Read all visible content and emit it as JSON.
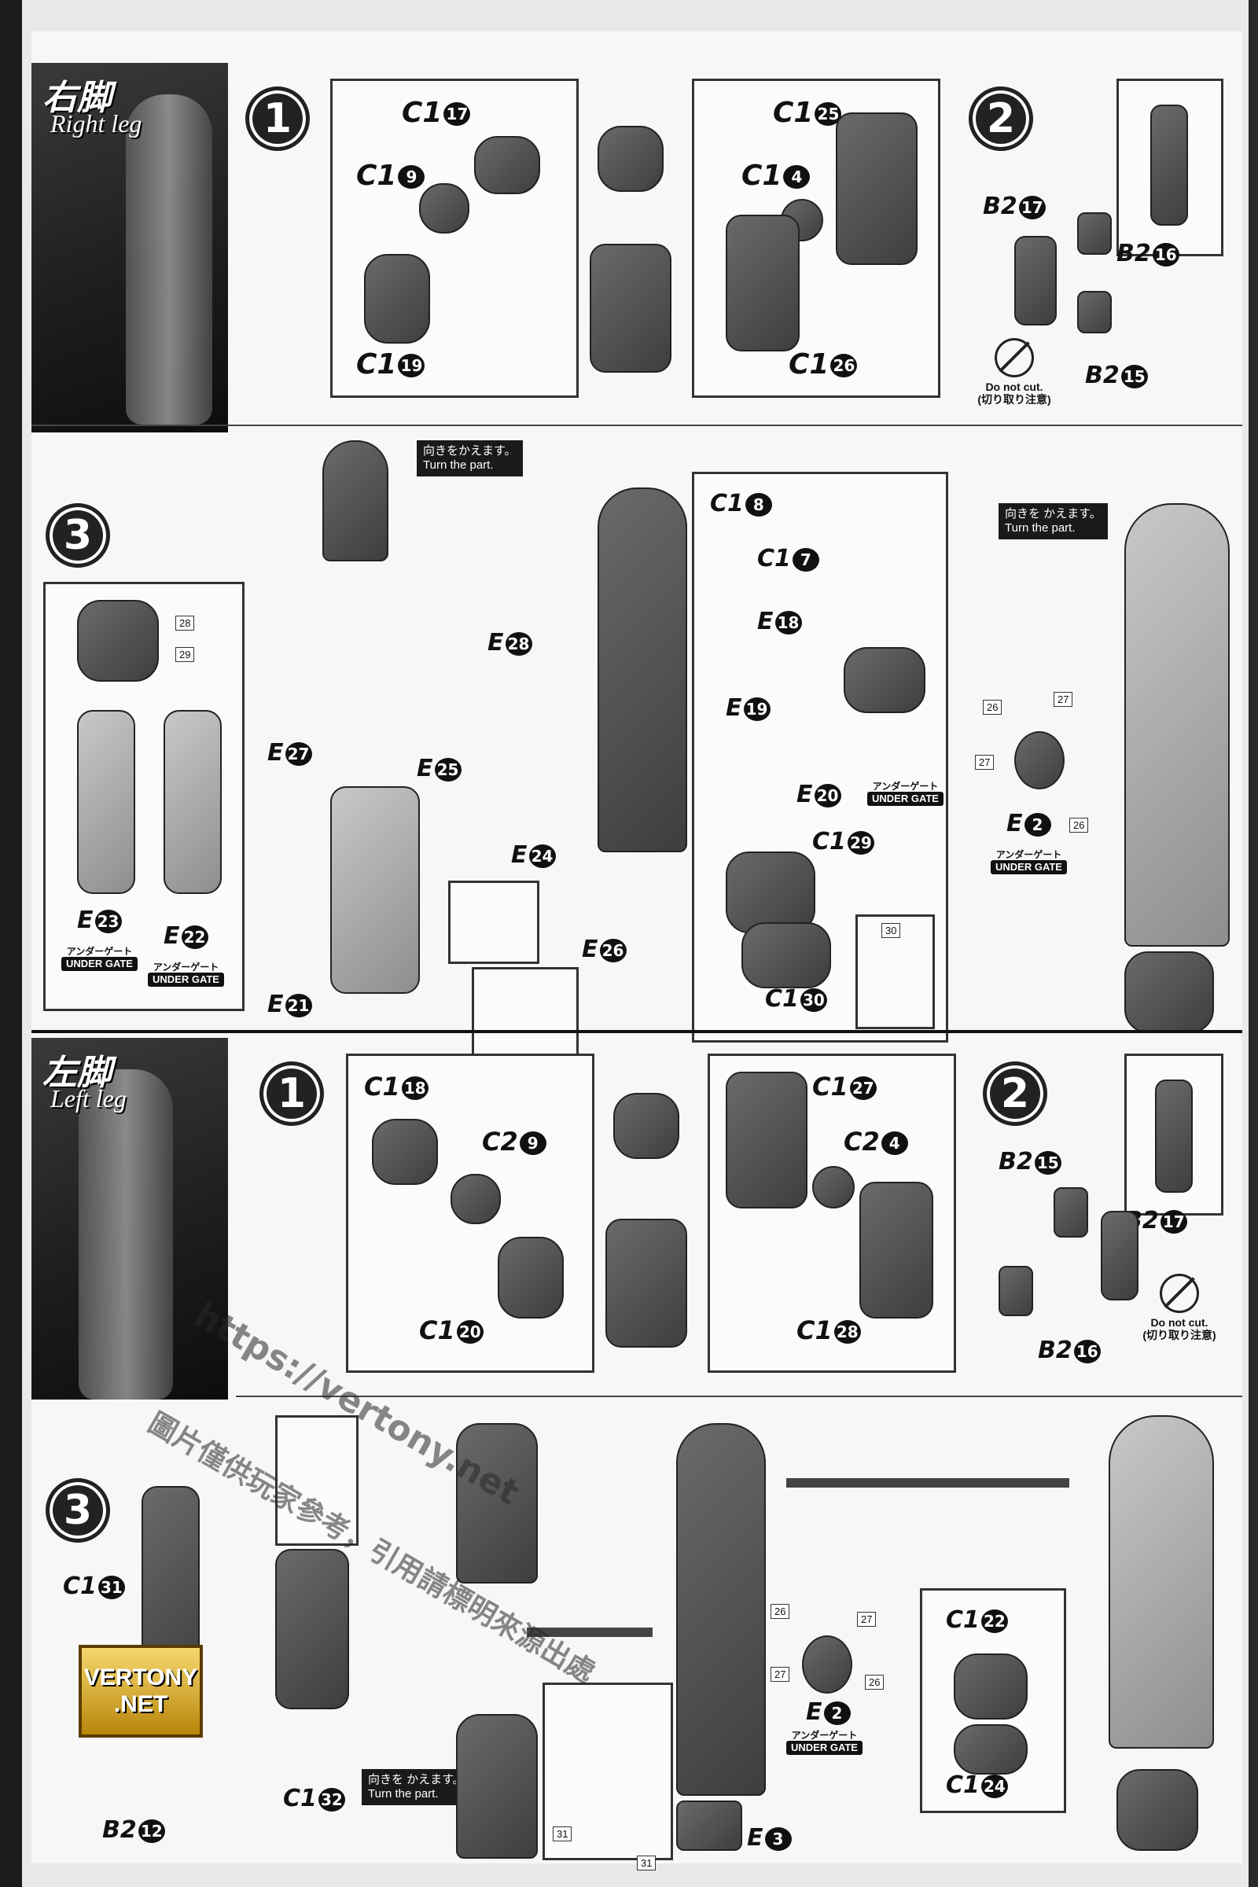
{
  "right_leg": {
    "title_jp": "右脚",
    "title_en": "Right leg",
    "step1": {
      "number": "1",
      "labels": [
        "C1",
        "C1",
        "C1",
        "C1",
        "C1",
        "C1"
      ],
      "nums": [
        "17",
        "9",
        "19",
        "25",
        "4",
        "26"
      ]
    },
    "step2": {
      "number": "2",
      "labels": [
        "B2",
        "B2",
        "B2"
      ],
      "nums": [
        "17",
        "16",
        "15"
      ],
      "do_not_cut_en": "Do not cut.",
      "do_not_cut_jp": "(切り取り注意)"
    },
    "step3": {
      "number": "3",
      "turn_jp": "向きをかえます。",
      "turn_en": "Turn the part.",
      "turn2_jp": "向きを かえます。",
      "turn2_en": "Turn the part.",
      "labels": [
        "E",
        "E",
        "E",
        "E",
        "E",
        "E",
        "E",
        "E",
        "C1",
        "C1",
        "E",
        "E",
        "E",
        "C1",
        "C1",
        "E"
      ],
      "nums": [
        "23",
        "22",
        "21",
        "27",
        "25",
        "28",
        "24",
        "26",
        "8",
        "7",
        "18",
        "19",
        "20",
        "29",
        "30",
        "2"
      ],
      "tags": [
        "28",
        "29",
        "30",
        "26",
        "27",
        "27",
        "26"
      ],
      "gate_jp": "アンダーゲート",
      "gate_en": "UNDER GATE"
    }
  },
  "left_leg": {
    "title_jp": "左脚",
    "title_en": "Left leg",
    "step1": {
      "number": "1",
      "labels": [
        "C1",
        "C2",
        "C1",
        "C1",
        "C2",
        "C1"
      ],
      "nums": [
        "18",
        "9",
        "20",
        "27",
        "4",
        "28"
      ]
    },
    "step2": {
      "number": "2",
      "labels": [
        "B2",
        "B2",
        "B2"
      ],
      "nums": [
        "15",
        "17",
        "16"
      ],
      "do_not_cut_en": "Do not cut.",
      "do_not_cut_jp": "(切り取り注意)"
    },
    "step3": {
      "number": "3",
      "turn_jp": "向きを かえます。",
      "turn_en": "Turn the part.",
      "labels": [
        "C1",
        "C1",
        "B2",
        "E",
        "E",
        "C1",
        "C1"
      ],
      "nums": [
        "31",
        "32",
        "12",
        "2",
        "3",
        "22",
        "24"
      ],
      "tags": [
        "26",
        "27",
        "27",
        "26",
        "31",
        "31"
      ],
      "gate_jp": "アンダーゲート",
      "gate_en": "UNDER GATE"
    }
  },
  "watermark": {
    "url": "https://vertony.net",
    "cn": "圖片僅供玩家參考，引用請標明來源出處"
  },
  "logo": {
    "line1": "VERTONY",
    "line2": ".NET"
  }
}
